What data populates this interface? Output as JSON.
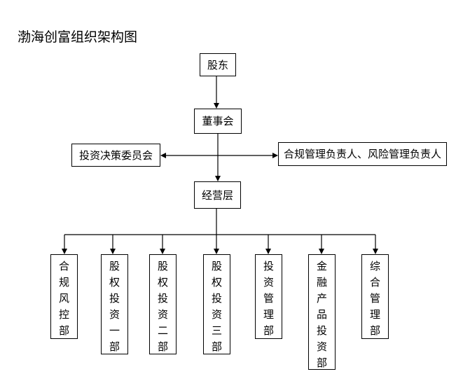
{
  "title": "渤海创富组织架构图",
  "nodes": {
    "shareholders": "股东",
    "board": "董事会",
    "investment_committee": "投资决策委员会",
    "compliance_risk_officers": "合规管理负责人、风险管理负责人",
    "management": "经营层"
  },
  "departments": [
    {
      "key": "compliance",
      "label": "合规风控部"
    },
    {
      "key": "equity1",
      "label": "股权投资一部"
    },
    {
      "key": "equity2",
      "label": "股权投资二部"
    },
    {
      "key": "equity3",
      "label": "股权投资三部"
    },
    {
      "key": "investment_mgmt",
      "label": "投资管理部"
    },
    {
      "key": "financial_products",
      "label": "金融产品投资部"
    },
    {
      "key": "general_mgmt",
      "label": "综合管理部"
    }
  ]
}
